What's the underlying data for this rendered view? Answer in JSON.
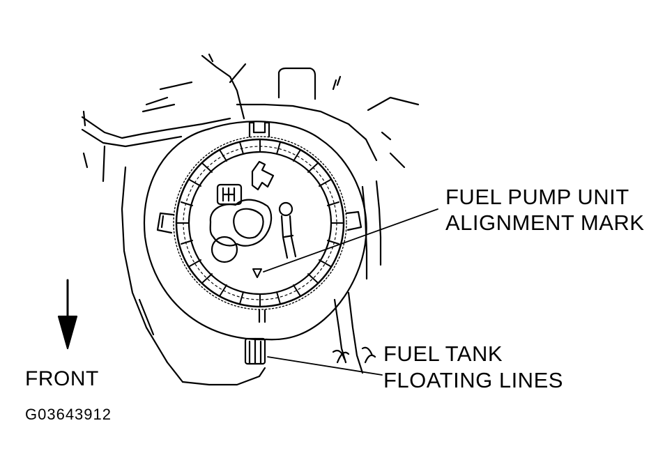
{
  "labels": {
    "pump_mark_line1": "FUEL PUMP UNIT",
    "pump_mark_line2": "ALIGNMENT MARK",
    "tank_line1": "FUEL TANK",
    "tank_line2": "FLOATING LINES",
    "front": "FRONT",
    "figure_id": "G03643912"
  },
  "colors": {
    "ink": "#000000",
    "paper": "#ffffff"
  },
  "icons": {
    "front_direction": "arrow-down-icon",
    "alignment_mark": "triangle-down-icon"
  }
}
